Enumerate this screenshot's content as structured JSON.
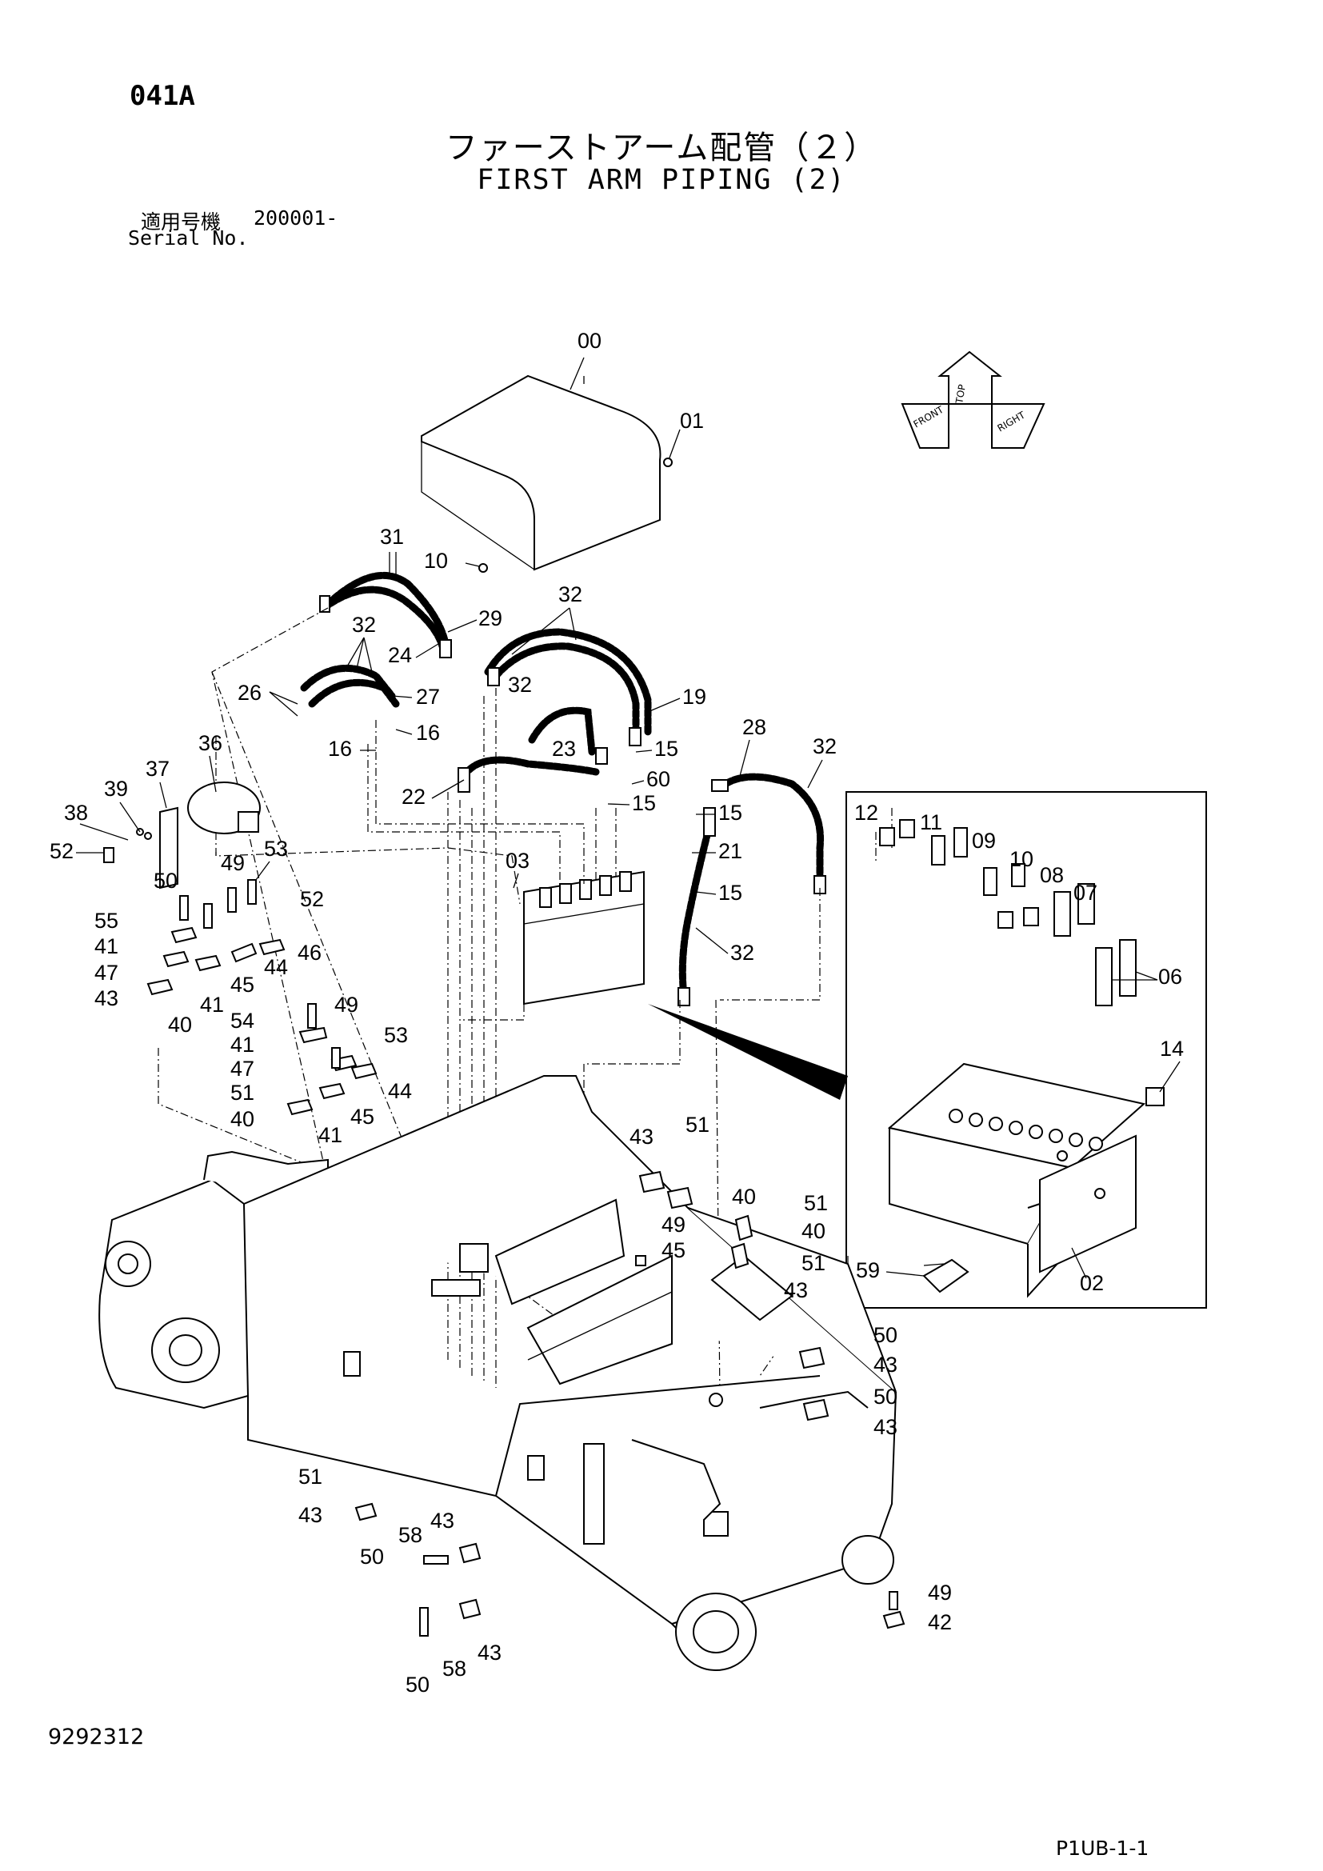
{
  "header": {
    "page_code": "041A",
    "title_jp": "ファーストアーム配管（２）",
    "title_en": "FIRST ARM PIPING (2)",
    "serial_label_jp": "適用号機",
    "serial_label_en": "Serial No.",
    "serial_number": "200001-"
  },
  "footer": {
    "drawing_number": "9292312",
    "page_ref": "P1UB-1-1"
  },
  "orientation_icon": {
    "labels": [
      "FRONT",
      "TOP",
      "RIGHT"
    ]
  },
  "callouts": [
    "00",
    "01",
    "10",
    "31",
    "29",
    "24",
    "32",
    "32",
    "26",
    "27",
    "16",
    "16",
    "32",
    "23",
    "19",
    "15",
    "60",
    "22",
    "15",
    "28",
    "32",
    "15",
    "21",
    "15",
    "32",
    "03",
    "36",
    "37",
    "39",
    "38",
    "52",
    "53",
    "50",
    "49",
    "52",
    "55",
    "41",
    "47",
    "46",
    "44",
    "45",
    "43",
    "40",
    "41",
    "54",
    "49",
    "53",
    "41",
    "47",
    "51",
    "44",
    "45",
    "40",
    "41",
    "43",
    "51",
    "40",
    "51",
    "49",
    "40",
    "45",
    "51",
    "43",
    "50",
    "43",
    "50",
    "43",
    "51",
    "43",
    "43",
    "58",
    "50",
    "43",
    "58",
    "50",
    "49",
    "42",
    "12",
    "11",
    "09",
    "10",
    "08",
    "07",
    "06",
    "14",
    "02",
    "59"
  ]
}
